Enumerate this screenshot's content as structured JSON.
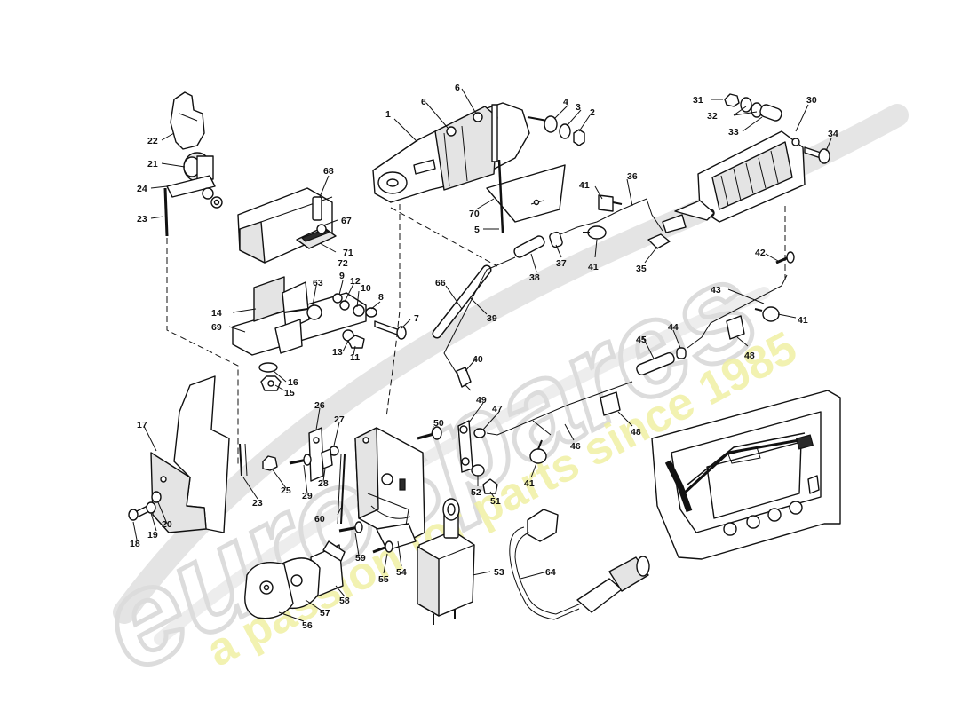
{
  "colors": {
    "line": "#111111",
    "watermark_grey": "#d9d9d9",
    "watermark_yellow": "#eeee9a"
  },
  "watermark": {
    "brand": "eurospares",
    "tagline": "a passion for parts since 1985"
  },
  "callouts": [
    "1",
    "2",
    "3",
    "4",
    "5",
    "6",
    "7",
    "8",
    "9",
    "10",
    "11",
    "12",
    "13",
    "14",
    "15",
    "16",
    "17",
    "18",
    "19",
    "20",
    "21",
    "22",
    "23",
    "24",
    "25",
    "26",
    "27",
    "28",
    "29",
    "30",
    "31",
    "32",
    "33",
    "34",
    "35",
    "36",
    "37",
    "38",
    "39",
    "40",
    "41",
    "42",
    "43",
    "44",
    "45",
    "46",
    "47",
    "48",
    "49",
    "50",
    "51",
    "52",
    "53",
    "54",
    "55",
    "56",
    "57",
    "58",
    "59",
    "60",
    "63",
    "64",
    "66",
    "67",
    "68",
    "69",
    "70",
    "71",
    "72"
  ]
}
